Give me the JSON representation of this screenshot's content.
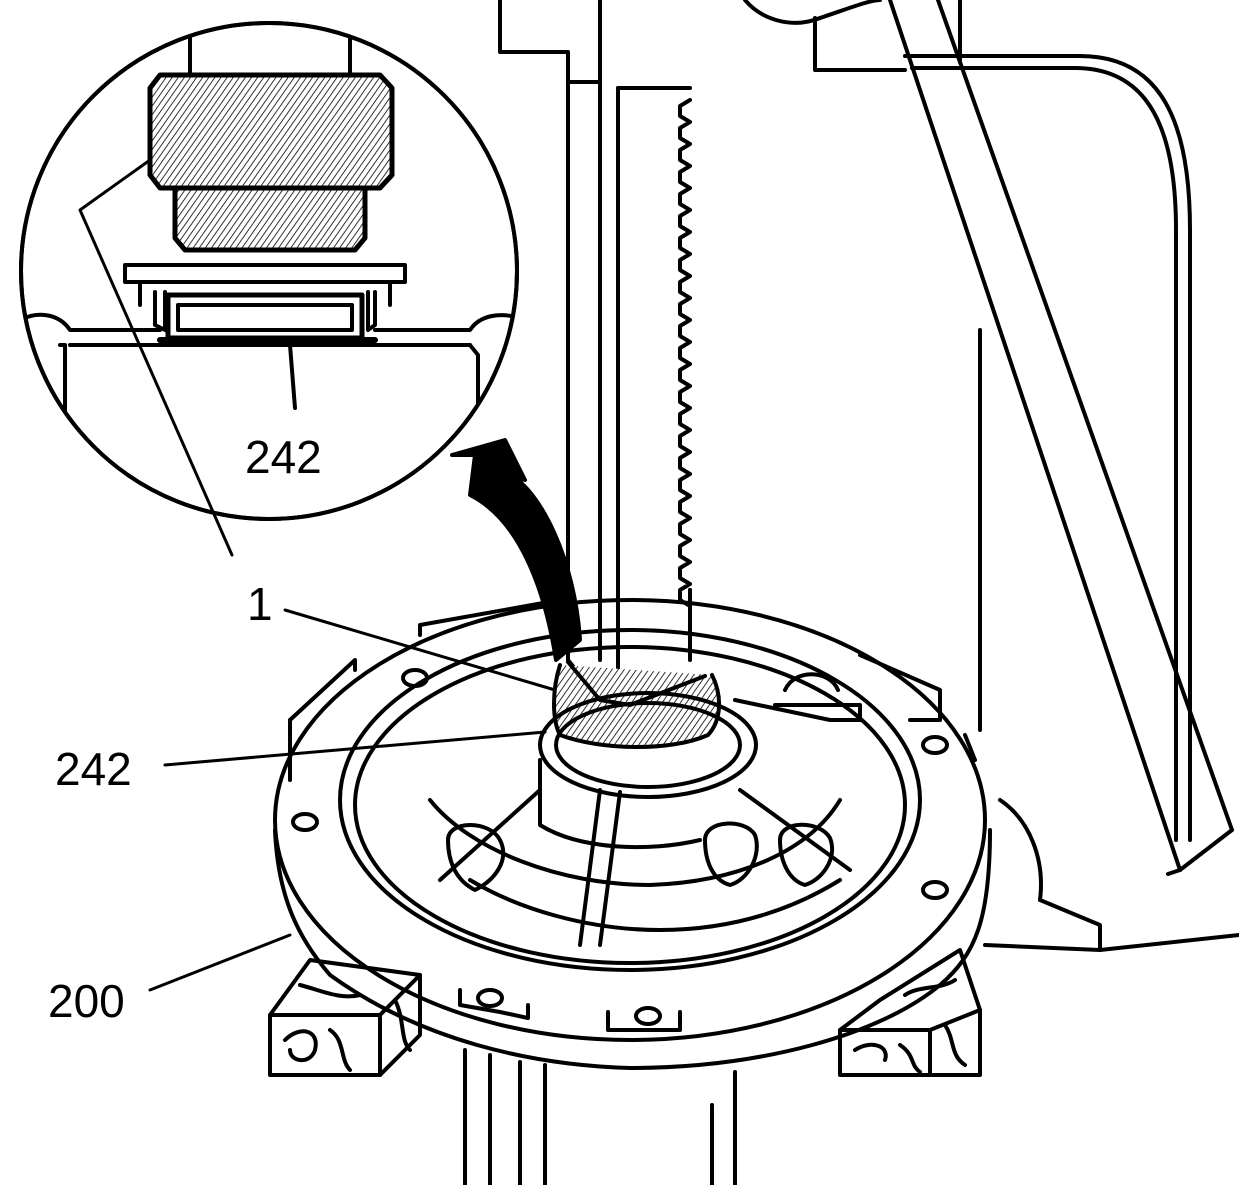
{
  "colors": {
    "line": "#000000",
    "background": "#ffffff",
    "pattern_fill": "#000000"
  },
  "callouts": {
    "inset_242": "242",
    "tool_1": "1",
    "seal_242": "242",
    "pump_200": "200"
  }
}
